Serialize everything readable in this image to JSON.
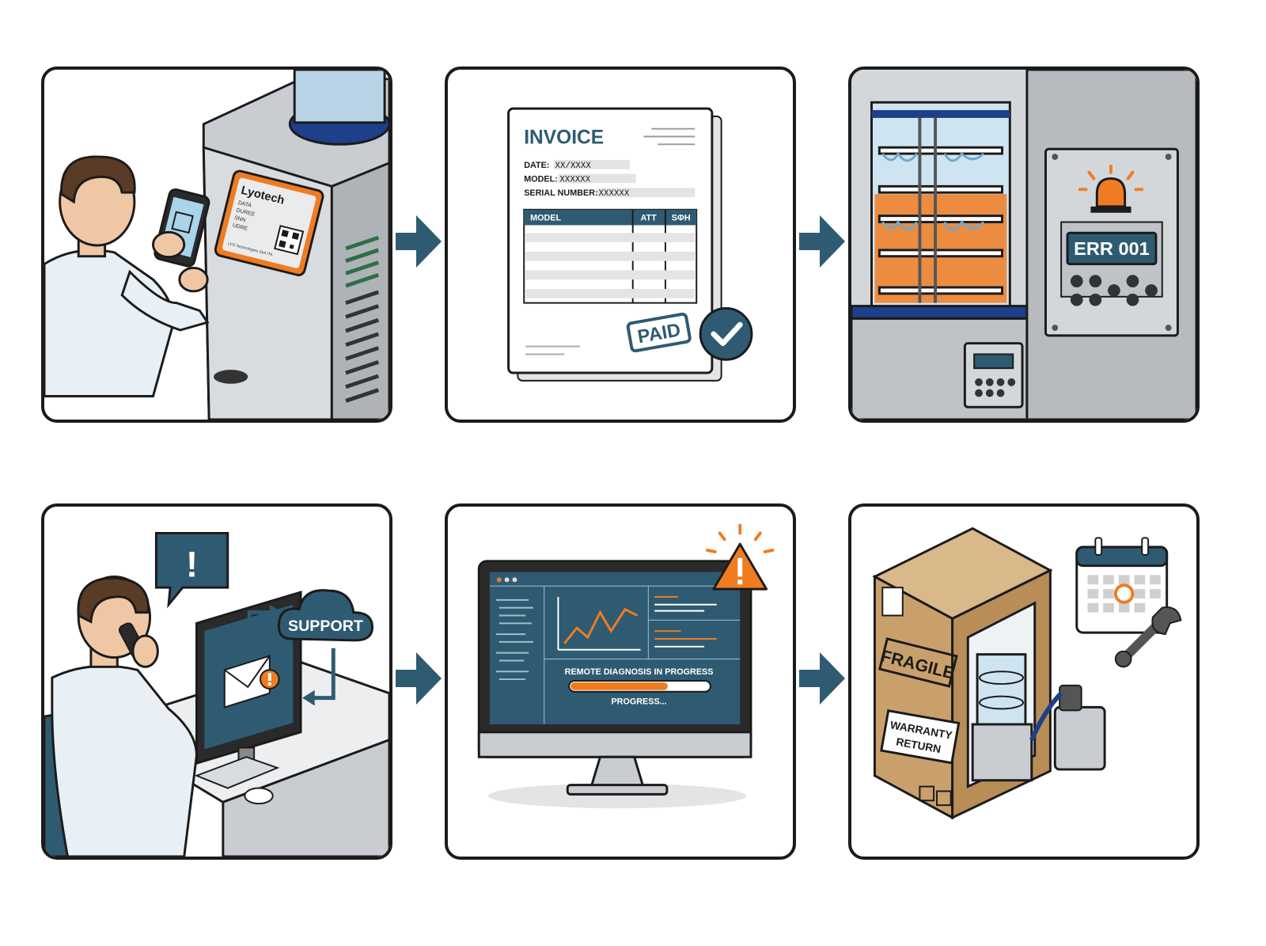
{
  "panel1": {
    "label_brand": "Lyotech",
    "label_lines": [
      "DATA",
      "DUREE",
      "SNN",
      "UDRE"
    ],
    "label_footer": "LYO Technologies SpA ITA"
  },
  "panel2": {
    "title": "INVOICE",
    "date_label": "DATE:",
    "date_value": "XX/XXXX",
    "model_label": "MODEL:",
    "model_value": "XXXXXX",
    "serial_label": "SERIAL NUMBER:",
    "serial_value": "XXXXXX",
    "col_model": "MODEL",
    "col_att": "ATT",
    "col_sph": "SΦH",
    "stamp": "PAID"
  },
  "panel3": {
    "error_code": "ERR 001"
  },
  "panel4": {
    "support_label": "SUPPORT",
    "alert_mark": "!"
  },
  "panel5": {
    "diagnosis_text": "REMOTE DIAGNOSIS IN PROGRESS",
    "progress_text": "PROGRESS...",
    "progress_value": 0.7
  },
  "panel6": {
    "fragile": "FRAGILE",
    "warranty_line1": "WARRANTY",
    "warranty_line2": "RETURN"
  },
  "colors": {
    "accent_teal": "#2e5b72",
    "accent_orange": "#f07c22",
    "outline": "#1b1b1b",
    "steel": "#c8ccd0"
  }
}
